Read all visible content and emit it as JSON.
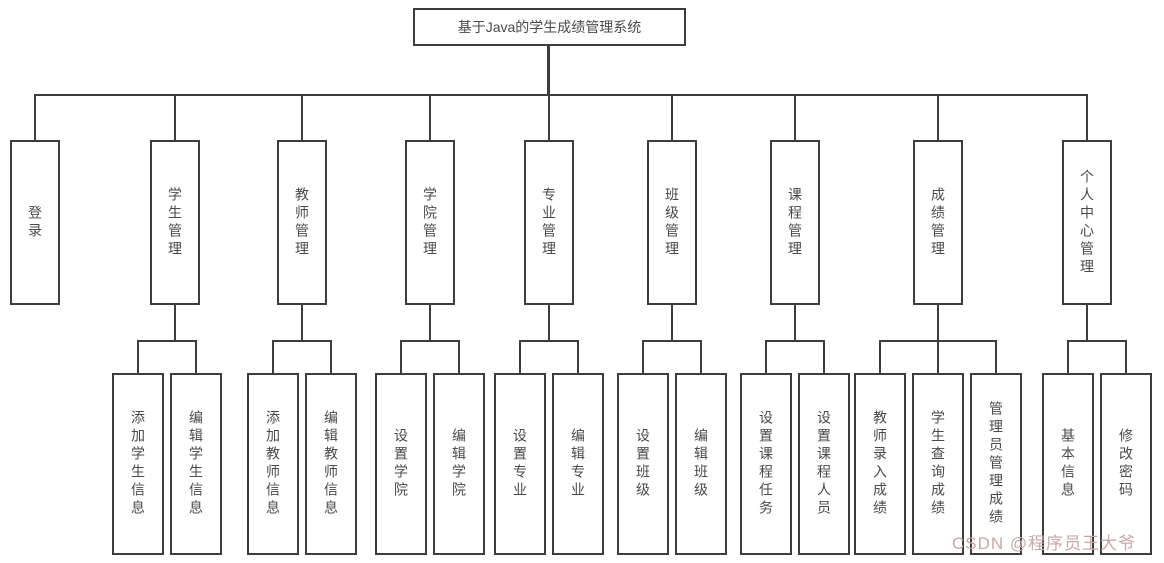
{
  "diagram": {
    "title": "基于Java的学生成绩管理系统",
    "nodes": [
      {
        "label": "登录",
        "children": []
      },
      {
        "label": "学生管理",
        "children": [
          "添加学生信息",
          "编辑学生信息"
        ]
      },
      {
        "label": "教师管理",
        "children": [
          "添加教师信息",
          "编辑教师信息"
        ]
      },
      {
        "label": "学院管理",
        "children": [
          "设置学院",
          "编辑学院"
        ]
      },
      {
        "label": "专业管理",
        "children": [
          "设置专业",
          "编辑专业"
        ]
      },
      {
        "label": "班级管理",
        "children": [
          "设置班级",
          "编辑班级"
        ]
      },
      {
        "label": "课程管理",
        "children": [
          "设置课程任务",
          "设置课程人员"
        ]
      },
      {
        "label": "成绩管理",
        "children": [
          "教师录入成绩",
          "学生查询成绩",
          "管理员管理成绩"
        ]
      },
      {
        "label": "个人中心管理",
        "children": [
          "基本信息",
          "修改密码"
        ]
      }
    ]
  },
  "watermark": {
    "text": "CSDN @程序员王大爷",
    "color": "#c9a7a7"
  },
  "colors": {
    "line": "#3d3d3d",
    "text": "#4a4a4a",
    "background": "#ffffff"
  }
}
